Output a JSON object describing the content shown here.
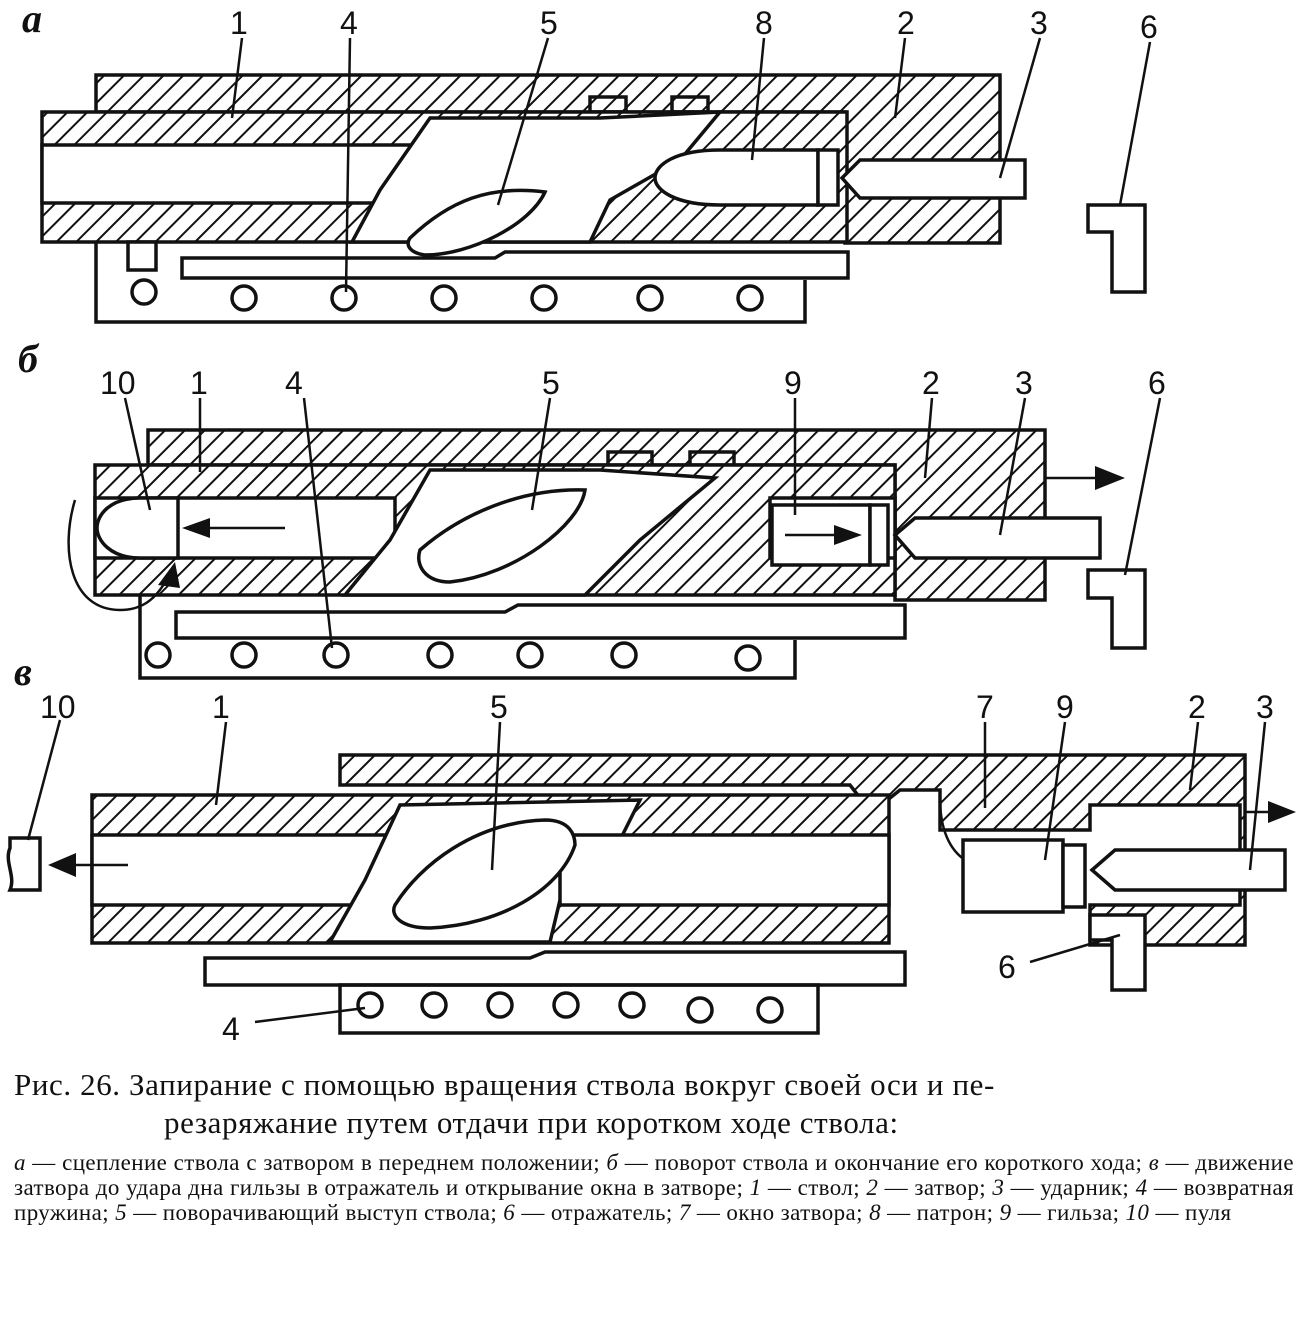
{
  "panels": [
    {
      "letter": "а",
      "labels": [
        "1",
        "4",
        "5",
        "8",
        "2",
        "3",
        "6"
      ]
    },
    {
      "letter": "б",
      "labels": [
        "10",
        "1",
        "4",
        "5",
        "9",
        "2",
        "3",
        "6"
      ]
    },
    {
      "letter": "в",
      "labels": [
        "10",
        "1",
        "5",
        "7",
        "9",
        "2",
        "3",
        "6",
        "4"
      ]
    }
  ],
  "caption": {
    "title_line1": "Рис. 26. Запирание с помощью вращения ствола вокруг своей оси и пе-",
    "title_line2": "резаряжание путем отдачи при коротком ходе ствола:",
    "legend": [
      {
        "key": "а",
        "text": " — сцепление ствола с затвором  в переднем положении; "
      },
      {
        "key": "б",
        "text": " — поворот ствола и окончание его короткого хода; "
      },
      {
        "key": "в",
        "text": " — движение затвора до удара дна гильзы в отражатель и открывание окна в затворе; "
      },
      {
        "key": "1",
        "text": " — ствол; "
      },
      {
        "key": "2",
        "text": " — затвор; "
      },
      {
        "key": "3",
        "text": " — ударник; "
      },
      {
        "key": "4",
        "text": " — возвратная пружина; "
      },
      {
        "key": "5",
        "text": " — поворачивающий выступ ствола; "
      },
      {
        "key": "6",
        "text": " — отражатель; "
      },
      {
        "key": "7",
        "text": " — окно затвора; "
      },
      {
        "key": "8",
        "text": " — патрон; "
      },
      {
        "key": "9",
        "text": " — гильза; "
      },
      {
        "key": "10",
        "text": " — пуля"
      }
    ]
  }
}
